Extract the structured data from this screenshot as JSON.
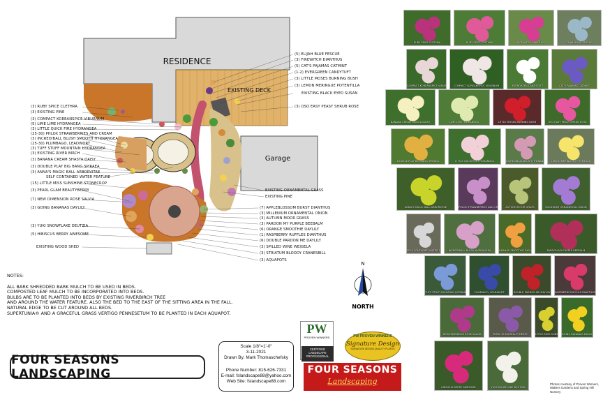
{
  "plan": {
    "residence": "RESIDENCE",
    "deck": "EXISTING DECK",
    "garage": "Garage"
  },
  "plant_labels_right": [
    "(5) ELIJAH BLUE FESCUE",
    "(3) FIREWITCH DIANTHUS",
    "(5) CAT'S PAJAMAS CATMINT",
    "(1-2) EVERGREEN CANDYTUFT",
    "(3) LITTLE MOSES BURNING BUSH",
    "(3) LEMON MERINGUE POTENTILLA",
    "EXISTING BLACK EYED SUSAN",
    "(3) OSO EASY PEASY SHRUB ROSE"
  ],
  "plant_labels_left": [
    "(3) RUBY SPICE CLETHRA",
    "(3) EXISTING PINE",
    "(3) COMPACT KOREANSPICE VIBURNUM",
    "(5) LIME LIME HYDRANGEA",
    "(3) LITTLE QUICK FIRE HYDRANGEA",
    "(25-30) PHLOX STRAWBERRIES AND CREAM",
    "(3) INCREDIBALL BLUSH SMOOTH HYDRANGEA",
    "(25-30) PLUMBAGO, LEADWORT",
    "(3) TUFF STUFF MOUNTAIN HYDRANGEA",
    "(3) EXISTING RIVER BIRCH",
    "(3) BANANA CREAM SHASTA DAISY",
    "(3) DOUBLE PLAY BIG BANG SPIRAEA",
    "(3) ANNA'S MAGIC BALL ARBORVITAE",
    "SELF CONTAINED WATER FEATURE",
    "(15) LITTLE MISS SUNSHINE STONECROP",
    "(3) PEARL GLAM BEAUTYBERRY",
    "(7) NEW DIMENSION ROSE SALVIA",
    "(3) GOING BANANAS DAYLILY",
    "(3) YUKI SNOWFLAKE DEUTZIA",
    "(5) HIBISCUS BERRY AWESOME",
    "EXISTING WOOD SHED"
  ],
  "plant_labels_bottom_right": [
    "EXISTING ORNAMENTAL GRASS",
    "EXISTING PINE",
    "(7) APPLEBLOSSOM BURST DIANTHUS",
    "(3) MILLENIUM ORNAMENTAL ONION",
    "(3) AUTUMN MOOR GRASS",
    "(3) PARDON MY PURPLE BEEBALM",
    "(6) ORANGE SMOOTHIE DAYLILY",
    "(1) RASPBERRY RUFFLES DIANTHUS",
    "(6) DOUBLE PARDON ME DAYLILY",
    "(3) SPILLED WINE WEIGELA",
    "(3) STRIATUM BLOODY CRANESBILL",
    "(3) AQUAPOTS"
  ],
  "notes": {
    "heading": "NOTES:",
    "lines": [
      "ALL BARK SHREDDED BARK MULCH TO BE USED IN BEDS.",
      "COMPOSTED LEAF MULCH TO BE INCORPORATED INTO BEDS.",
      "BULBS ARE TO BE PLANTED INTO BEDS BY EXISTING RIVERBIRCH TREE",
      "AND AROUND THE WATER FEATURE. ALSO THE BED TO THE EAST OF THE SITTING AREA IN THE FALL.",
      "NATURAL EDGE TO BE CUT AROUND ALL BEDS.",
      "SUPERTUNIA® AND A GRACEFUL GRASS VERTIGO PENNESETUM TO BE PLANTED IN EACH AQUAPOT."
    ]
  },
  "title_block": {
    "company": "FOUR SEASONS LANDSCAPING",
    "scale": "Scale 1/8\"=1'-0\"",
    "date": "3-11-2021",
    "drawn_by": "Drawn By: Mark Thomaschefsky",
    "phone": "Phone Number: 815-626-7331",
    "email": "E-mail: fslandscape88@yahoo.com",
    "web": "Web Site: fslandscape88.com"
  },
  "north_label": "NORTH",
  "north_letter": "N",
  "logos": {
    "pw_text": "PW",
    "pw_sub": "PROVEN WINNERS",
    "certified": "CERTIFIED LANDSCAPE PROFESSIONAL",
    "sig_top": "PW PROVEN WINNERS",
    "sig_main": "Signature Design",
    "sig_sub": "SIGNATURE DESIGN QUALITY PLANTS",
    "fs_top": "FOUR SEASONS",
    "fs_bottom": "Landscaping"
  },
  "gallery": [
    {
      "caption": "RUBY SPICE CLETHRA",
      "color": "#b8327c",
      "bg": "#3f6b2b"
    },
    {
      "caption": "RUBY SPICE CLETHRA",
      "color": "#e05a9a",
      "bg": "#4c7c36"
    },
    {
      "caption": "FIREWITCH DIANTHUS",
      "color": "#d63d93",
      "bg": "#6a8a4a"
    },
    {
      "caption": "ELIJAH BLUE FESCUE",
      "color": "#9ab8c8",
      "bg": "#6d7f5f"
    },
    {
      "caption": "COMPACT KOREANSPICE VIBURNUM",
      "color": "#e9d6d6",
      "bg": "#3a6a2a"
    },
    {
      "caption": "COMPACT KOREANSPICE VIBURNUM",
      "color": "#f0e6e6",
      "bg": "#2f5f22"
    },
    {
      "caption": "EVERGREEN CANDYTUFT",
      "color": "#ffffff",
      "bg": "#4a7a34"
    },
    {
      "caption": "CAT'S PAJAMAS CATMINT",
      "color": "#6b5ac2",
      "bg": "#5a7a3a"
    },
    {
      "caption": "BANANA CREAM SHASTA DAISY",
      "color": "#f4f0c0",
      "bg": "#3f6f2c"
    },
    {
      "caption": "LIME LIME HYDRANGEA",
      "color": "#dfeab0",
      "bg": "#4f7c36"
    },
    {
      "caption": "LITTLE MOSES BURNING BUSH",
      "color": "#d01e2a",
      "bg": "#5a2a2a"
    },
    {
      "caption": "OSO EASY PEASY SHRUB ROSE",
      "color": "#e7579f",
      "bg": "#3e6a2a"
    },
    {
      "caption": "DOUBLE PLAY BIG BANG SPIRAEA",
      "color": "#e1b040",
      "bg": "#4f7a2f"
    },
    {
      "caption": "LITTLE QUICKFIRE HYDRANGEA",
      "color": "#f2d0d8",
      "bg": "#3f6f2f"
    },
    {
      "caption": "INCREDIBALL BLUSH HYDRANGEA",
      "color": "#d49ab4",
      "bg": "#5a7a4a"
    },
    {
      "caption": "LEMON MERINGUE POTENTILLA",
      "color": "#f6e56a",
      "bg": "#6a7a5a"
    },
    {
      "caption": "ANNA'S MAGIC BALL ARBORVITAE",
      "color": "#c9d42a",
      "bg": "#3e5e2a"
    },
    {
      "caption": "PHLOX STRAWBERRIES AND CREAM",
      "color": "#c890c8",
      "bg": "#5a3a5a"
    },
    {
      "caption": "AUTUMN MOOR GRASS",
      "color": "#b7c47a",
      "bg": "#4a5a2a"
    },
    {
      "caption": "MILLENIUM ORNAMENTAL ONION",
      "color": "#a37ad4",
      "bg": "#3f5f2f"
    },
    {
      "caption": "SELF CONTAINED WATER FEATURE",
      "color": "#d7d7d7",
      "bg": "#6a6a5a"
    },
    {
      "caption": "INCREDIBALL BLUSH HYDRANGEA",
      "color": "#d6a0c8",
      "bg": "#4f6f3f"
    },
    {
      "caption": "ORANGE SMOOTHIE DAYLILY",
      "color": "#f0a040",
      "bg": "#4a6a2a"
    },
    {
      "caption": "PARDON MY PURPLE BEEBALM",
      "color": "#b0305a",
      "bg": "#3a5a2a"
    },
    {
      "caption": "TUFF STUFF MOUNTAIN HYDRANGEA",
      "color": "#7a9ad8",
      "bg": "#3a5a3a"
    },
    {
      "caption": "PLUMBAGO, LEADWORT",
      "color": "#3a4aa8",
      "bg": "#2f4f2f"
    },
    {
      "caption": "DOUBLE PARDON ME DAYLILY",
      "color": "#c0222a",
      "bg": "#3a4a2a"
    },
    {
      "caption": "RASPBERRY RUFFLES DIANTHUS",
      "color": "#d83a6a",
      "bg": "#4a3a3a"
    },
    {
      "caption": "NEW DIMENSION ROSE SALVIA",
      "color": "#b03a8a",
      "bg": "#4a6a3a"
    },
    {
      "caption": "PEARL GLAM BEAUTYBERRY",
      "color": "#8a5aa8",
      "bg": "#5a5a4a"
    },
    {
      "caption": "LITTLE MISS SUNSHINE STONECROP",
      "color": "#d8d030",
      "bg": "#3a4a2a"
    },
    {
      "caption": "GOING BANANAS DAYLILY",
      "color": "#f2d020",
      "bg": "#3a6a2a"
    },
    {
      "caption": "HIBISCUS BERRY AWESOME",
      "color": "#d82a7a",
      "bg": "#3a5a2a"
    },
    {
      "caption": "YUKI SNOWFLAKE DEUTZIA",
      "color": "#f2f2ea",
      "bg": "#4a6a3a"
    }
  ],
  "photo_credit": "Photos courtesy of Proven Winners, Walters Gardens and Spring Hill Nursery"
}
